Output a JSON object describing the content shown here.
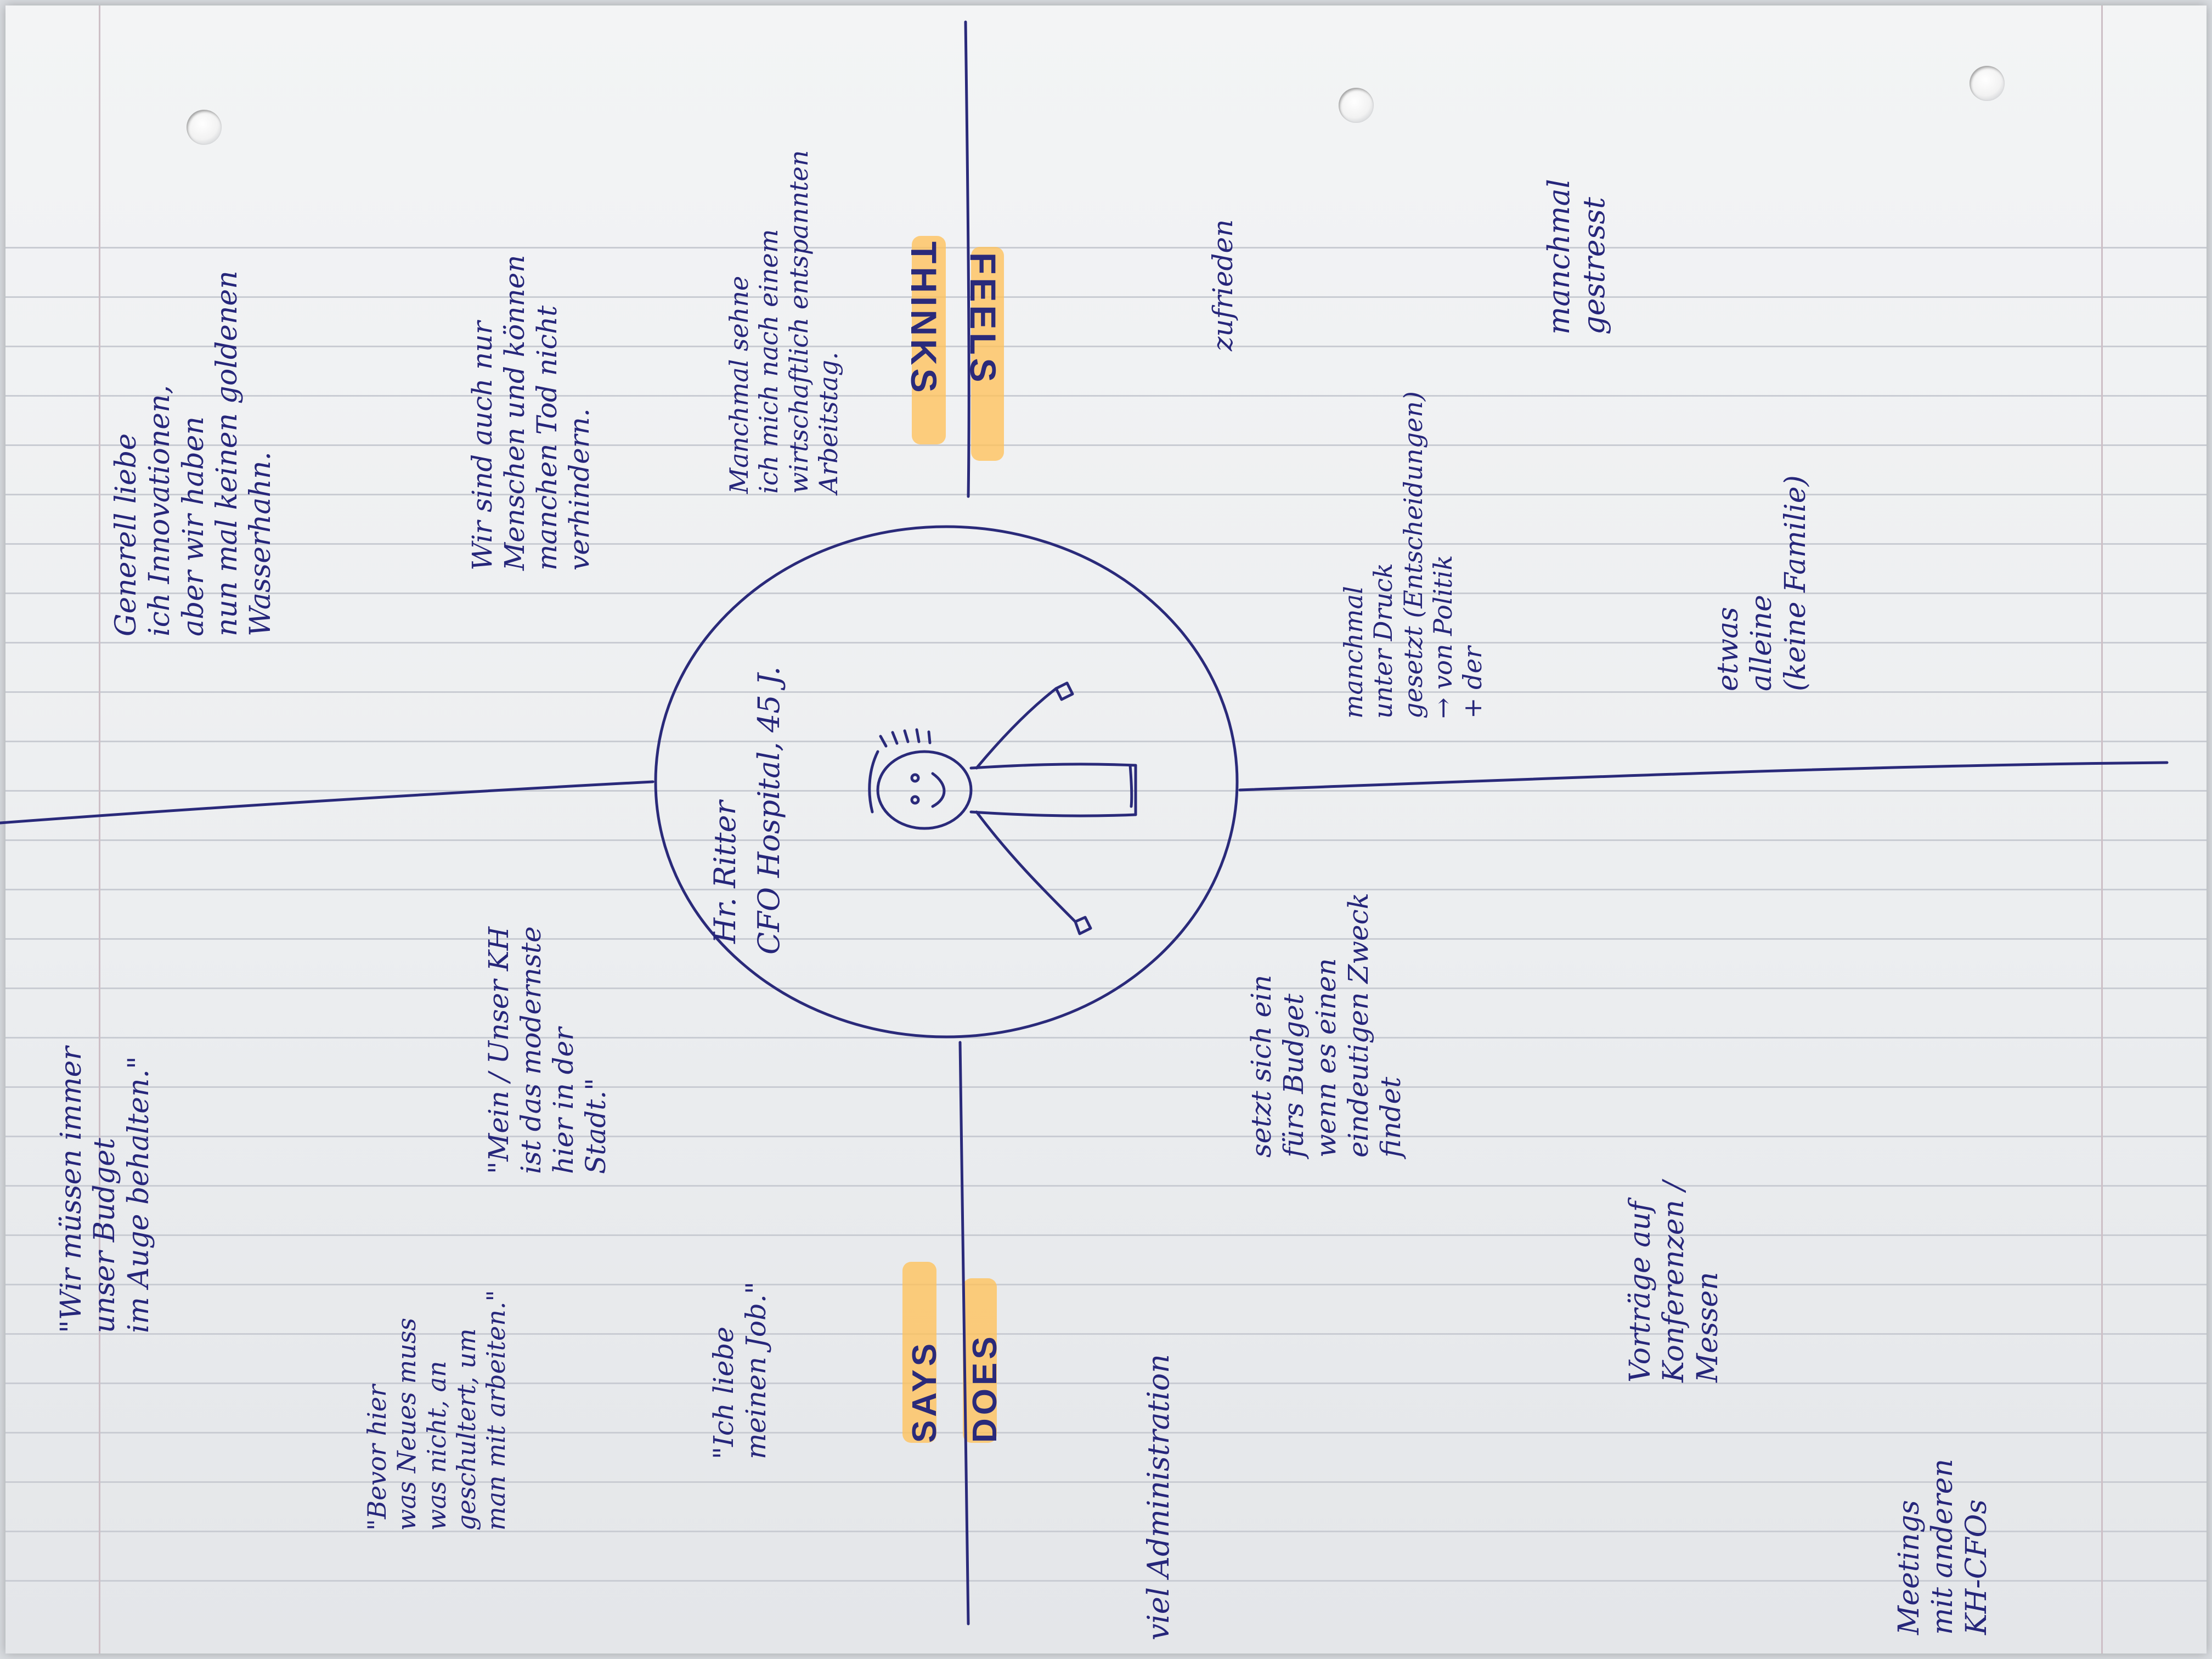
{
  "persona": {
    "name": "Hr. Ritter",
    "role": "CFO Hospital, 45 J."
  },
  "quadrants": {
    "says": {
      "label": "SAYS",
      "notes": [
        "\"Wir müssen immer\nunser Budget\nim Auge behalten.\"",
        "\"Mein / Unser KH\nist das modernste\nhier in der\nStadt.\"",
        "\"Bevor hier\nwas Neues muss\nwas nicht, an\ngeschultert, um\nman mit arbeiten.\"",
        "\"Ich liebe\nmeinen Job.\""
      ]
    },
    "thinks": {
      "label": "THINKS",
      "notes": [
        "Generell liebe\nich Innovationen,\naber wir haben\nnun mal keinen goldenen\nWasserhahn.",
        "Wir sind auch nur\nMenschen und können\nmanchen Tod nicht\nverhindern.",
        "Manchmal sehne\nich mich nach einem\nwirtschaftlich entspannten\nArbeitstag."
      ]
    },
    "does": {
      "label": "DOES",
      "notes": [
        "viel Administration",
        "setzt sich ein\nfürs Budget\nwenn es einen\neindeutigen Zweck\nfindet",
        "Vorträge auf\nKonferenzen /\nMessen",
        "Meetings\nmit anderen\nKH-CFOs"
      ]
    },
    "feels": {
      "label": "FEELS",
      "notes": [
        "zufrieden",
        "manchmal\ngestresst",
        "manchmal\nunter Druck\ngesetzt (Entscheidungen)\n→ von Politik\n+ der",
        "etwas\nalleine\n(keine Familie)"
      ]
    }
  },
  "colors": {
    "ink": "#2a2a7a",
    "highlight": "#ffc25a",
    "paper": "#eef0f2",
    "rule_line": "#c9ccd3",
    "margin_line": "#cdbfc6"
  }
}
